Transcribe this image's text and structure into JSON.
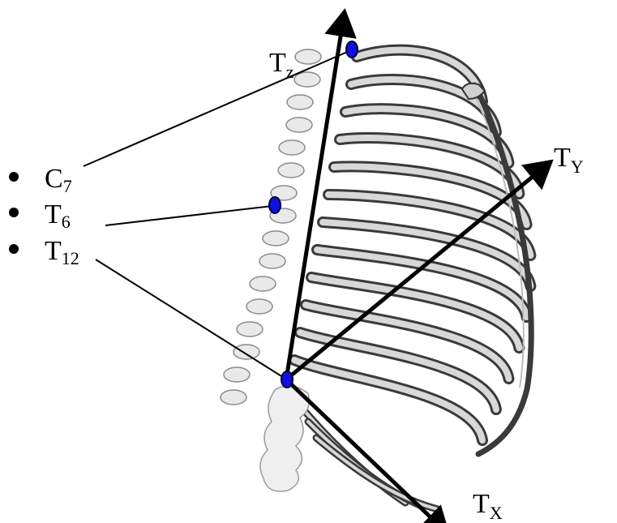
{
  "landmarks": [
    {
      "base": "C",
      "sub": "7"
    },
    {
      "base": "T",
      "sub": "6"
    },
    {
      "base": "T",
      "sub": "12"
    }
  ],
  "axes": {
    "z": {
      "base": "T",
      "sub": "z"
    },
    "y": {
      "base": "T",
      "sub": "Y"
    },
    "x": {
      "base": "T",
      "sub": "X"
    }
  },
  "colors": {
    "marker": "#1010e0",
    "marker_outline": "#000033",
    "bone": "#8a8a8a",
    "bone_dark": "#3a3a3a",
    "bone_light": "#d8d8d8",
    "arrow": "#000000"
  }
}
